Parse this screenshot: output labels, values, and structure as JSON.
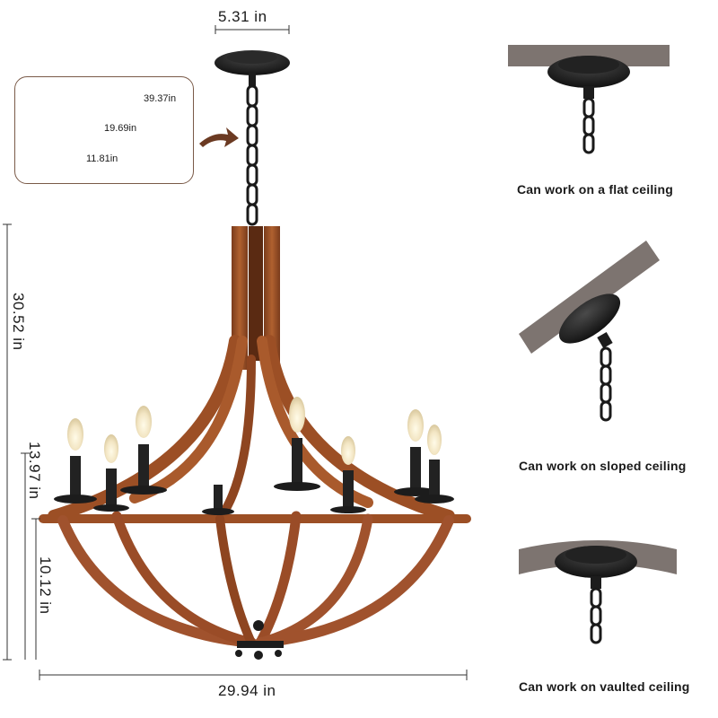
{
  "dimensions": {
    "canopy_width": "5.31 in",
    "total_height": "30.52 in",
    "body_height": "13.97 in",
    "bowl_height": "10.12 in",
    "total_width": "29.94 in"
  },
  "chain_options": [
    {
      "length": "39.37in"
    },
    {
      "length": "19.69in"
    },
    {
      "length": "11.81in"
    }
  ],
  "ceiling_types": [
    {
      "caption": "Can work on a flat ceiling"
    },
    {
      "caption": "Can work on sloped ceiling"
    },
    {
      "caption": "Can work on vaulted ceiling"
    }
  ],
  "colors": {
    "wood": "#a0522d",
    "wood_dark": "#6b3219",
    "metal": "#1c1c1c",
    "ceiling": "#7d7470",
    "box_border": "#7a5a48",
    "arrow": "#6b3a22"
  }
}
